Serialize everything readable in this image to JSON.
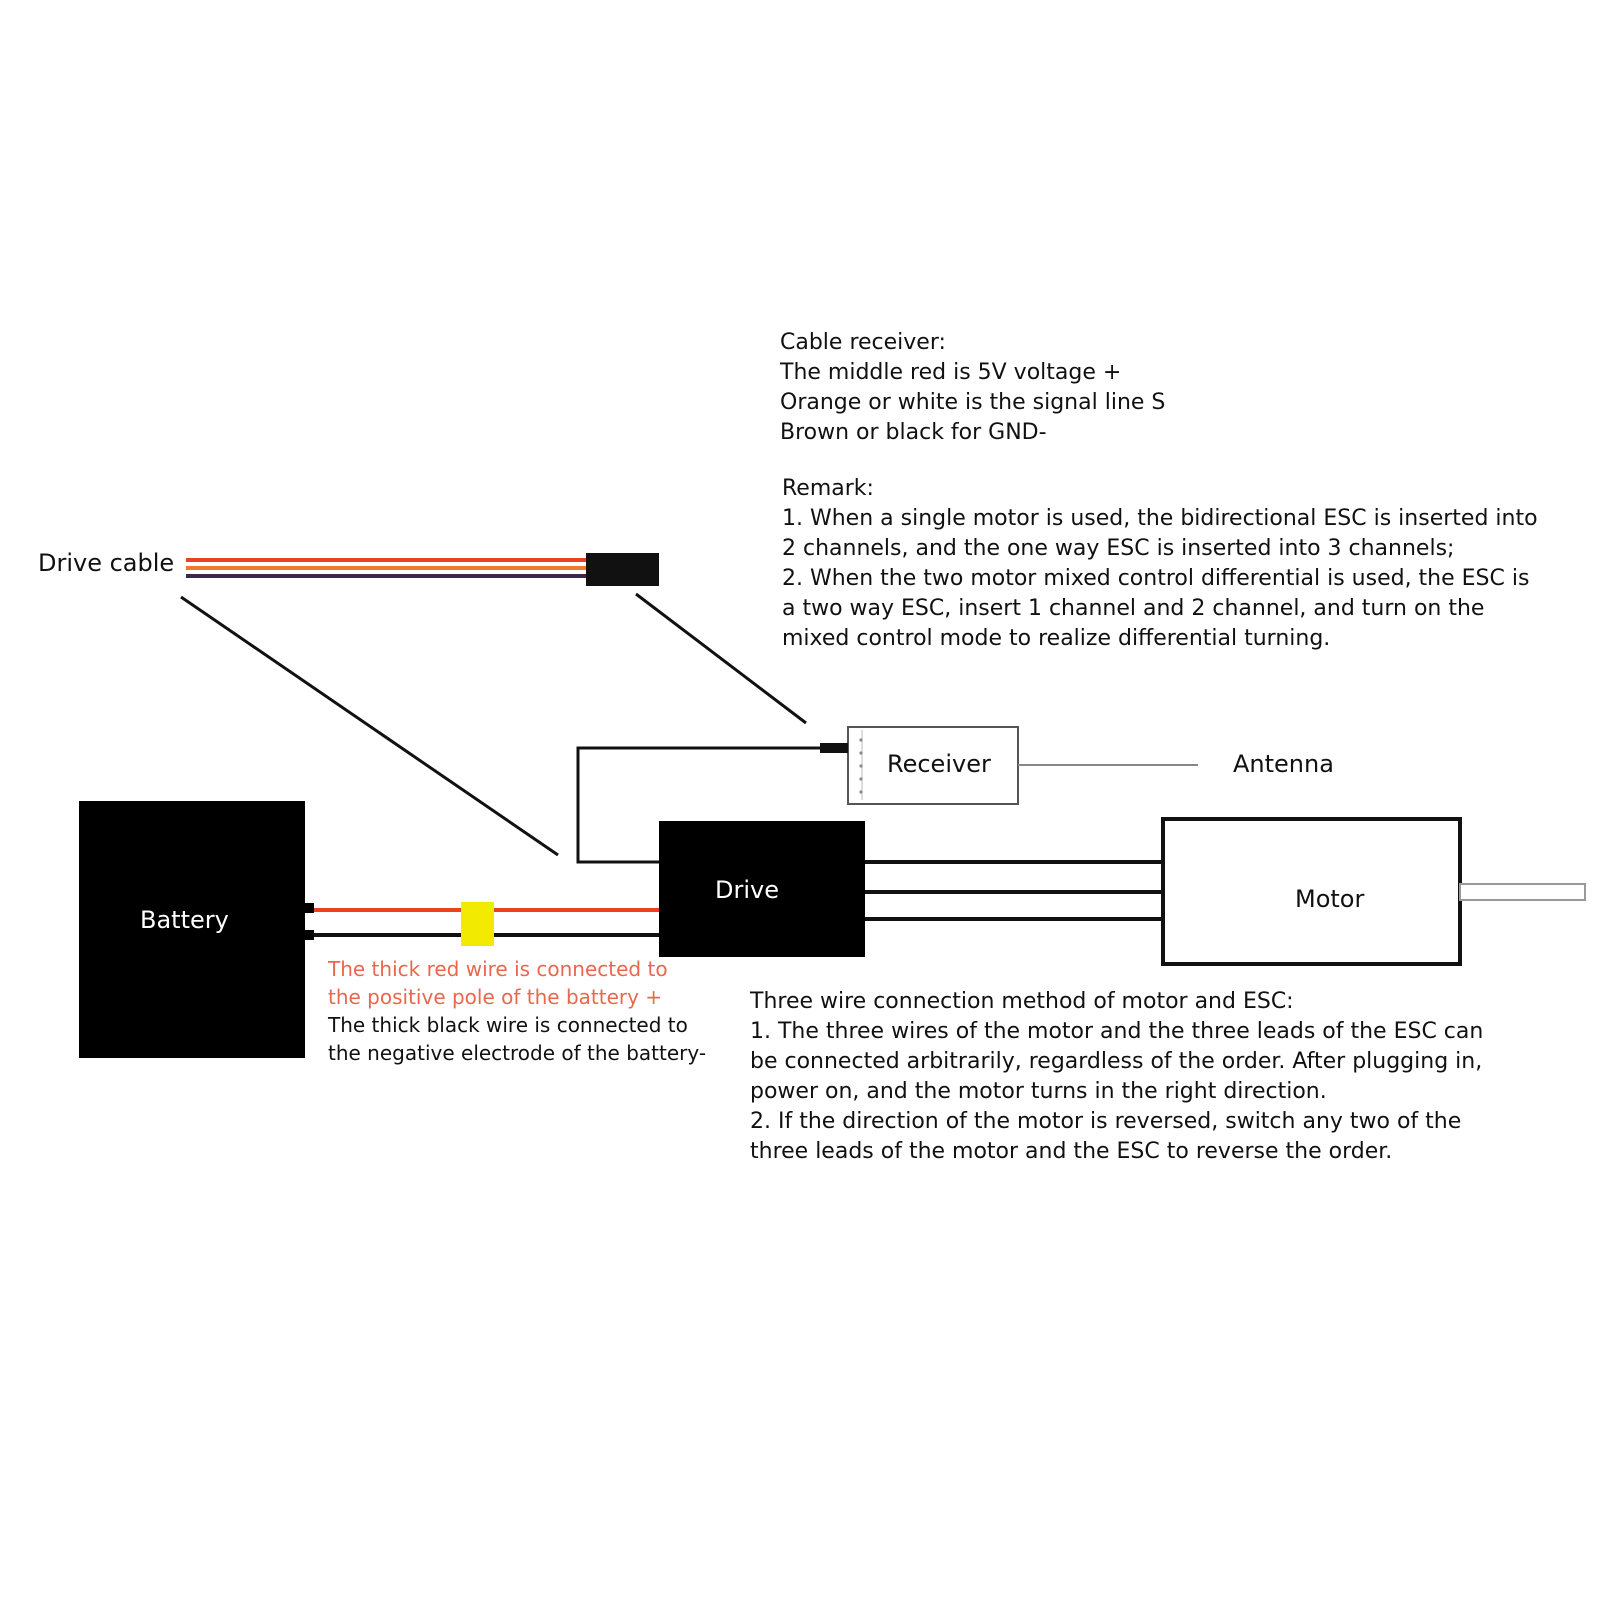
{
  "labels": {
    "drive_cable": "Drive cable",
    "receiver": "Receiver",
    "antenna": "Antenna",
    "battery": "Battery",
    "drive": "Drive",
    "motor": "Motor"
  },
  "cable_receiver_note": {
    "lines": [
      "Cable receiver:",
      "The middle red is 5V voltage +",
      "Orange or white is the signal line S",
      "Brown or black for GND-"
    ]
  },
  "remark_note": {
    "lines": [
      "Remark:",
      "1. When a single motor is used, the bidirectional ESC is inserted into",
      "2 channels, and the one way ESC is inserted into 3 channels;",
      "2. When the two motor mixed control differential is used, the ESC is",
      "a two way ESC, insert 1 channel and 2 channel, and turn on the",
      "mixed control mode to realize differential turning."
    ]
  },
  "battery_note": {
    "red_lines": [
      "The thick red wire is connected to",
      "the positive pole of the battery +"
    ],
    "black_lines": [
      "The thick black wire is connected to",
      "the negative electrode of the battery-"
    ]
  },
  "motor_note": {
    "lines": [
      "Three wire connection method of motor and ESC:",
      "1. The three wires of the motor and the three leads of the ESC can",
      "be connected arbitrarily, regardless of the order. After plugging in,",
      "power on, and the motor turns in the right direction.",
      "2. If the direction of the motor is reversed, switch any two of the",
      "three leads of the motor and the ESC to reverse the order."
    ]
  },
  "colors": {
    "red_wire": "#e8421f",
    "orange_wire": "#f07a2a",
    "brown_wire": "#3a2a4a",
    "connector": "#f2ea00",
    "note_red": "#e8674d",
    "block": "#000000"
  }
}
